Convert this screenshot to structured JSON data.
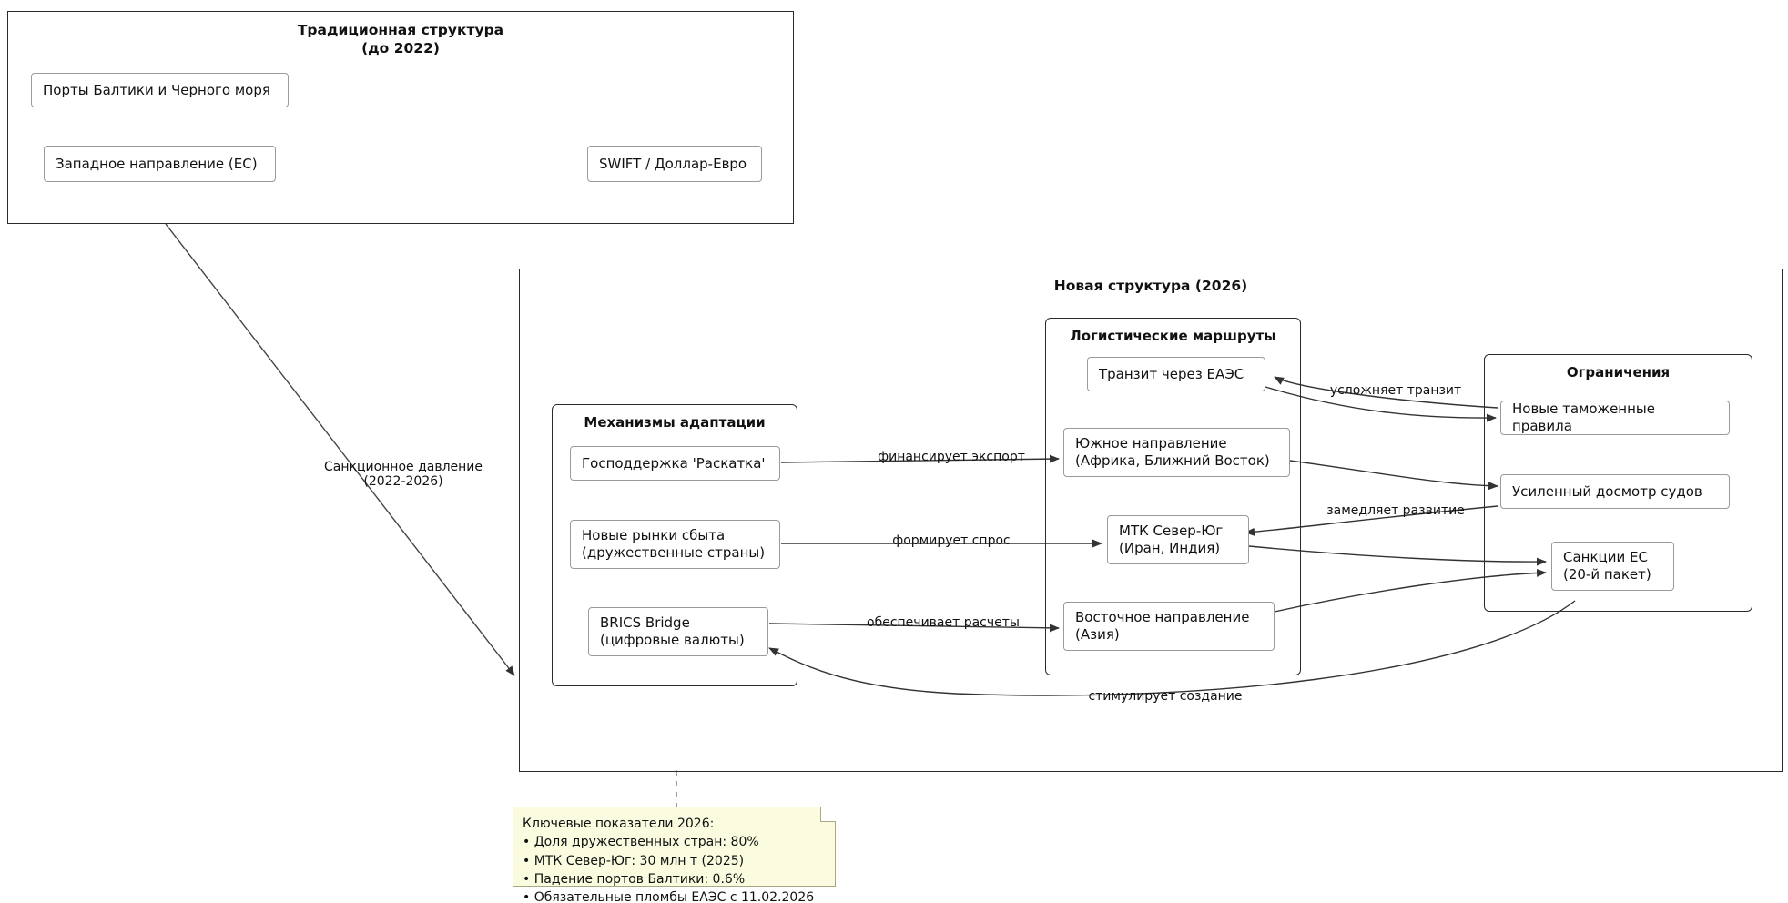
{
  "diagram": {
    "title_traditional": "Традиционная структура\n(до 2022)",
    "title_new": "Новая структура (2026)",
    "title_mechanisms": "Механизмы адаптации",
    "title_routes": "Логистические маршруты",
    "title_limits": "Ограничения"
  },
  "traditional": {
    "nodes": [
      {
        "id": "ports",
        "label": "Порты Балтики и Черного моря"
      },
      {
        "id": "west",
        "label": "Западное направление (ЕС)"
      },
      {
        "id": "swift",
        "label": "SWIFT / Доллар-Евро"
      }
    ]
  },
  "mechanisms": {
    "nodes": [
      {
        "id": "gossupport",
        "label": "Господдержка 'Раскатка'"
      },
      {
        "id": "markets",
        "label": "Новые рынки сбыта\n(дружественные страны)"
      },
      {
        "id": "brics",
        "label": "BRICS Bridge\n(цифровые валюты)"
      }
    ]
  },
  "routes": {
    "nodes": [
      {
        "id": "eaeu",
        "label": "Транзит через ЕАЭС"
      },
      {
        "id": "south",
        "label": "Южное направление\n(Африка, Ближний Восток)"
      },
      {
        "id": "mtk",
        "label": "МТК Север-Юг\n(Иран, Индия)"
      },
      {
        "id": "east",
        "label": "Восточное направление\n(Азия)"
      }
    ]
  },
  "limits": {
    "nodes": [
      {
        "id": "customs",
        "label": "Новые таможенные правила"
      },
      {
        "id": "inspection",
        "label": "Усиленный досмотр судов"
      },
      {
        "id": "sanctions",
        "label": "Санкции ЕС\n(20-й пакет)"
      }
    ]
  },
  "edges": [
    {
      "id": "pressure",
      "label": "Санкционное давление\n(2022-2026)"
    },
    {
      "id": "finances-export",
      "label": "финансирует экспорт"
    },
    {
      "id": "forms-demand",
      "label": "формирует спрос"
    },
    {
      "id": "ensures-settlements",
      "label": "обеспечивает расчеты"
    },
    {
      "id": "complicates-transit",
      "label": "усложняет транзит"
    },
    {
      "id": "slows-development",
      "label": "замедляет развитие"
    },
    {
      "id": "stimulates-creation",
      "label": "стимулирует создание"
    }
  ],
  "note": {
    "title": "Ключевые показатели 2026:",
    "items": [
      "• Доля дружественных стран: 80%",
      "• МТК Север-Юг: 30 млн т (2025)",
      "• Падение портов Балтики: 0.6%",
      "• Обязательные пломбы ЕАЭС с 11.02.2026"
    ]
  },
  "colors": {
    "note_bg": "#fbfbe0",
    "border": "#2b2b2b",
    "node_border": "#9a9a9a"
  }
}
